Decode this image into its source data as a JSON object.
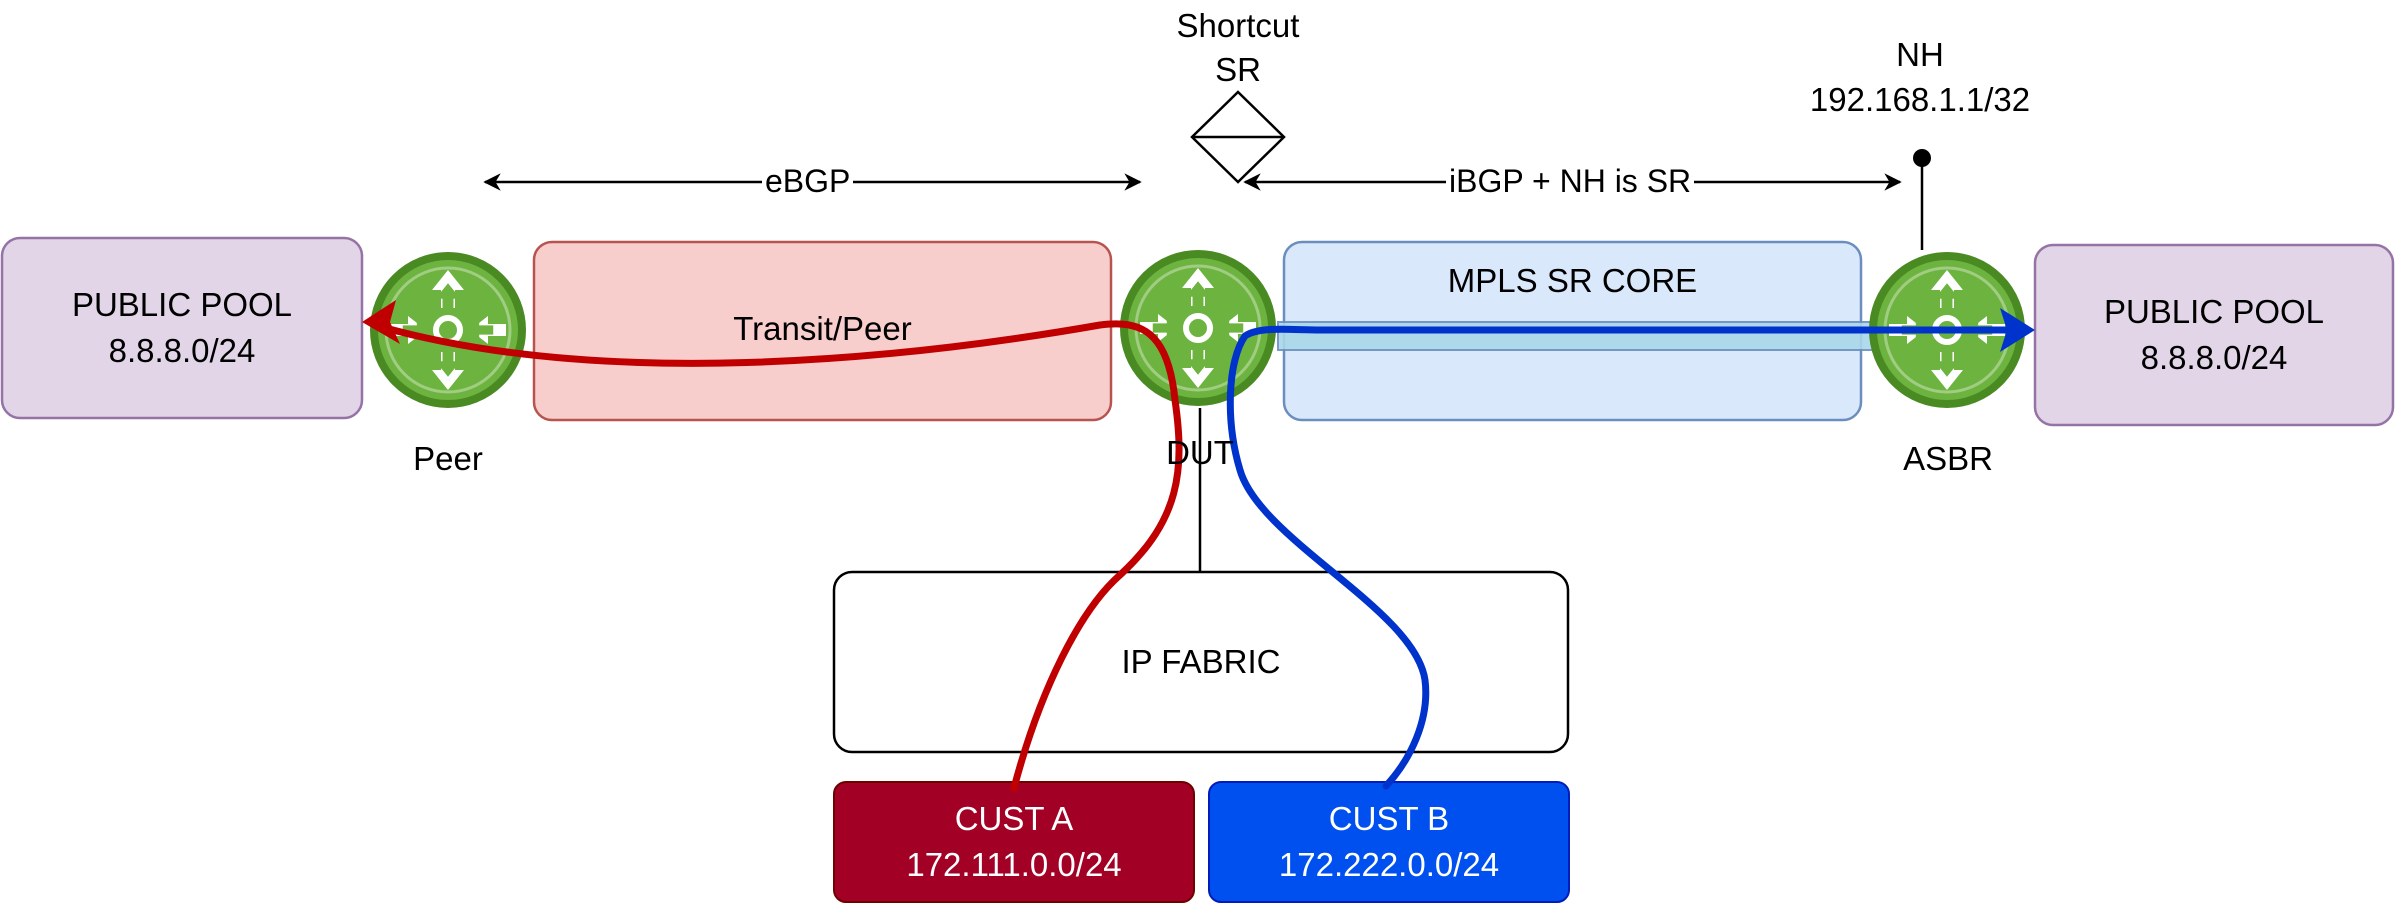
{
  "labels": {
    "shortcut_line1": "Shortcut",
    "shortcut_line2": "SR",
    "nh_line1": "NH",
    "nh_line2": "192.168.1.1/32",
    "ebgp": "eBGP",
    "ibgp": "iBGP + NH is SR",
    "peer": "Peer",
    "dut": "DUT",
    "asbr": "ASBR"
  },
  "boxes": {
    "left_pool": {
      "line1": "PUBLIC POOL",
      "line2": "8.8.8.0/24"
    },
    "right_pool": {
      "line1": "PUBLIC POOL",
      "line2": "8.8.8.0/24"
    },
    "transit": {
      "label": "Transit/Peer"
    },
    "mpls": {
      "label": "MPLS SR CORE"
    },
    "fabric": {
      "label": "IP FABRIC"
    },
    "cust_a": {
      "line1": "CUST A",
      "line2": "172.111.0.0/24"
    },
    "cust_b": {
      "line1": "CUST B",
      "line2": "172.222.0.0/24"
    }
  },
  "colors": {
    "pool_fill": "#e1d5e7",
    "pool_stroke": "#9673a6",
    "transit_fill": "#f8cecc",
    "transit_stroke": "#b85450",
    "mpls_fill": "#dae8fc",
    "mpls_stroke": "#6c8ebf",
    "router_fill": "#6db33f",
    "router_ring": "#4a8a22",
    "cust_a_fill": "#a20025",
    "cust_b_fill": "#0050ef",
    "path_red": "#c00000",
    "path_blue": "#0033cc"
  },
  "icons": [
    "router-icon",
    "diamond-shortcut-icon"
  ]
}
